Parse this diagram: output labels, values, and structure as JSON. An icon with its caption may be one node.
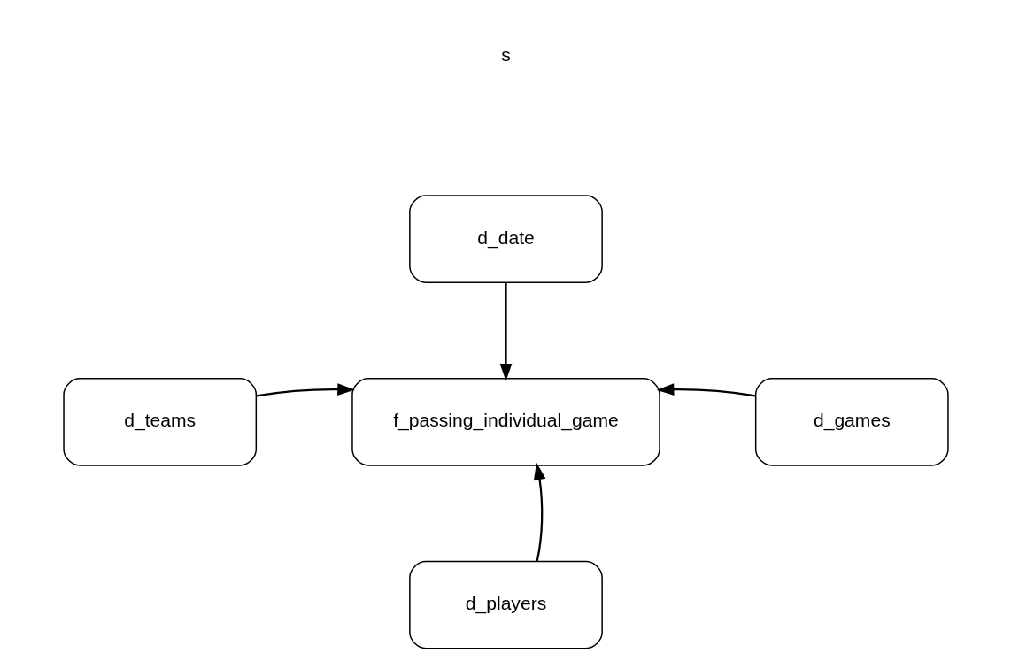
{
  "diagram": {
    "nodes": [
      {
        "text": [
          "d_date"
        ]
      },
      {
        "text": [
          "d_teams"
        ]
      },
      {
        "text": [
          "f_passing_individual_game"
        ]
      },
      {
        "text": [
          "d_games"
        ]
      },
      {
        "text": [
          "d_players"
        ]
      }
    ],
    "edges": [
      {
        "from": 0,
        "to": 2,
        "arrow": "to"
      },
      {
        "from": 1,
        "to": 2,
        "arrow": "to"
      },
      {
        "from": 3,
        "to": 2,
        "arrow": "to"
      },
      {
        "from": 4,
        "to": 2,
        "arrow": "to"
      }
    ],
    "labels": [
      "s"
    ]
  }
}
